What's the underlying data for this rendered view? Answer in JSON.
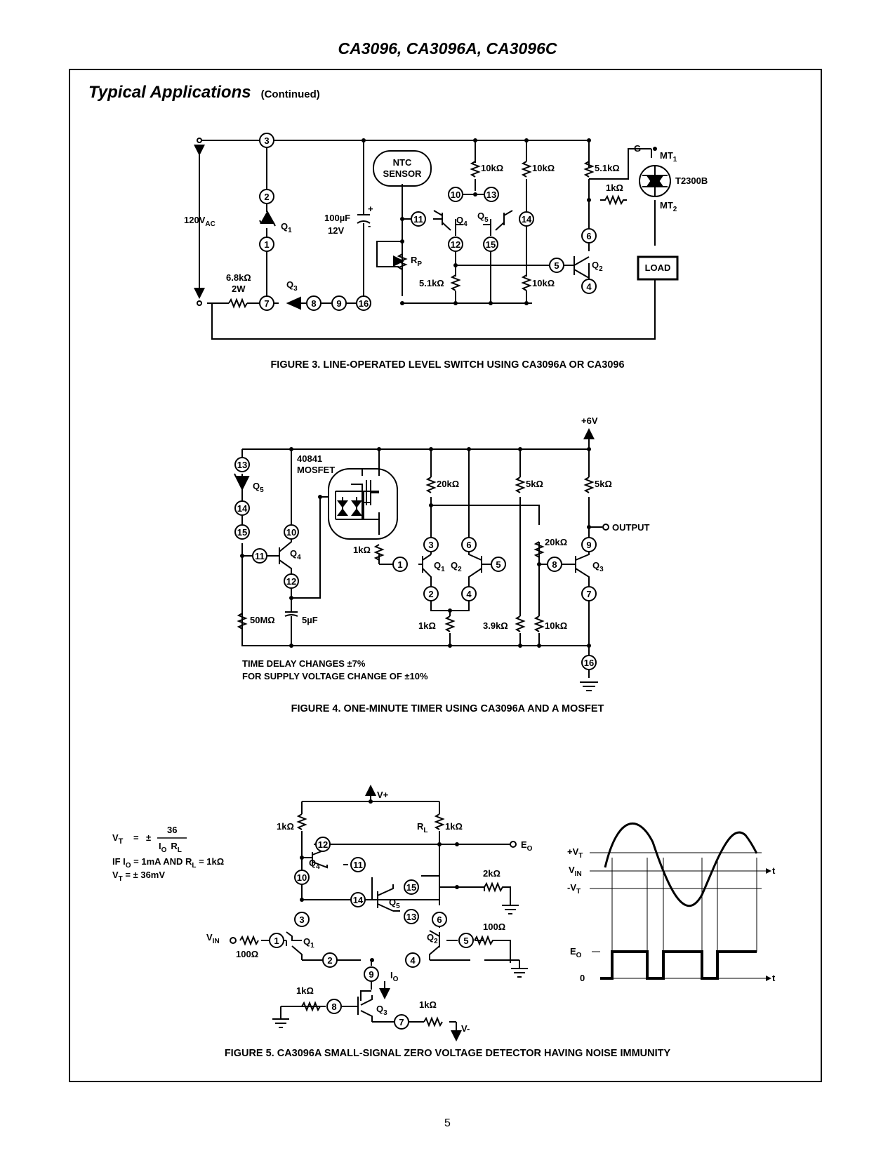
{
  "header": {
    "title": "CA3096, CA3096A, CA3096C"
  },
  "section": {
    "title": "Typical Applications",
    "subtitle": "(Continued)"
  },
  "fig3": {
    "caption": "FIGURE 3.  LINE-OPERATED LEVEL SWITCH USING CA3096A OR CA3096",
    "labels": {
      "ntc1": "NTC",
      "ntc2": "SENSOR",
      "r10k_a": "10kΩ",
      "r10k_b": "10kΩ",
      "r51k_top": "5.1kΩ",
      "r1k": "1kΩ",
      "g": "G",
      "mt1": "MT",
      "mt1_sub": "1",
      "triac": "T2300B",
      "mt2": "MT",
      "mt2_sub": "2",
      "vac": "120V",
      "vac_sub": "AC",
      "q1": "Q",
      "q1_sub": "1",
      "cap1": "100µF",
      "cap2": "12V",
      "plus": "+",
      "minus": "-",
      "q4": "Q",
      "q4_sub": "4",
      "q5": "Q",
      "q5_sub": "5",
      "rp": "R",
      "rp_sub": "P",
      "q2": "Q",
      "q2_sub": "2",
      "load": "LOAD",
      "r68k": "6.8kΩ",
      "r2w": "2W",
      "q3": "Q",
      "q3_sub": "3",
      "r51k_bot": "5.1kΩ",
      "r10k_c": "10kΩ"
    }
  },
  "fig4": {
    "caption": "FIGURE 4.  ONE-MINUTE TIMER USING CA3096A AND A MOSFET",
    "labels": {
      "supply": "+6V",
      "mosfet1": "40841",
      "mosfet2": "MOSFET",
      "q5": "Q",
      "q5_sub": "5",
      "r20k_a": "20kΩ",
      "r5k_a": "5kΩ",
      "r5k_b": "5kΩ",
      "output": "OUTPUT",
      "r1k_a": "1kΩ",
      "r20k_b": "20kΩ",
      "q4": "Q",
      "q4_sub": "4",
      "q1": "Q",
      "q1_sub": "1",
      "q2": "Q",
      "q2_sub": "2",
      "q3": "Q",
      "q3_sub": "3",
      "r50m": "50MΩ",
      "c5u": "5µF",
      "r1k_b": "1kΩ",
      "r39k": "3.9kΩ",
      "r10k": "10kΩ",
      "note1": "TIME DELAY CHANGES ±7%",
      "note2": "FOR SUPPLY VOLTAGE CHANGE OF ±10%"
    }
  },
  "fig5": {
    "caption": "FIGURE 5.  CA3096A SMALL-SIGNAL ZERO VOLTAGE DETECTOR HAVING NOISE IMMUNITY",
    "labels": {
      "vplus": "V+",
      "r1k_a": "1kΩ",
      "rl": "R",
      "rl_sub": "L",
      "r1k_b": "1kΩ",
      "eo": "E",
      "eo_sub": "O",
      "q4": "Q",
      "q4_sub": "4",
      "r2k": "2kΩ",
      "q5": "Q",
      "q5_sub": "5",
      "r100_b": "100Ω",
      "vin": "V",
      "vin_sub": "IN",
      "r100_a": "100Ω",
      "q1": "Q",
      "q1_sub": "1",
      "q2": "Q",
      "q2_sub": "2",
      "io": "I",
      "io_sub": "O",
      "r1k_c": "1kΩ",
      "q3": "Q",
      "q3_sub": "3",
      "r1k_d": "1kΩ",
      "vminus": "V-",
      "eq_lhs": "V",
      "eq_lhs_sub": "T",
      "eq_eq": "=",
      "eq_pm": "±",
      "eq_num": "36",
      "eq_den1": "I",
      "eq_den1_sub": "O",
      "eq_den2": "R",
      "eq_den2_sub": "L",
      "cond_a": "IF I",
      "cond_a_sub": "O",
      "cond_b": " = 1mA AND R",
      "cond_b_sub": "L",
      "cond_c": " = 1kΩ",
      "res_a": "V",
      "res_a_sub": "T",
      "res_b": " = ± 36mV",
      "w_vt_pos": "+V",
      "w_vt_pos_sub": "T",
      "w_vin": "V",
      "w_vin_sub": "IN",
      "w_vt_neg": "-V",
      "w_vt_neg_sub": "T",
      "w_t1": "t",
      "w_eo": "E",
      "w_eo_sub": "O",
      "w_zero": "0",
      "w_t2": "t"
    }
  },
  "page": {
    "number": "5"
  }
}
